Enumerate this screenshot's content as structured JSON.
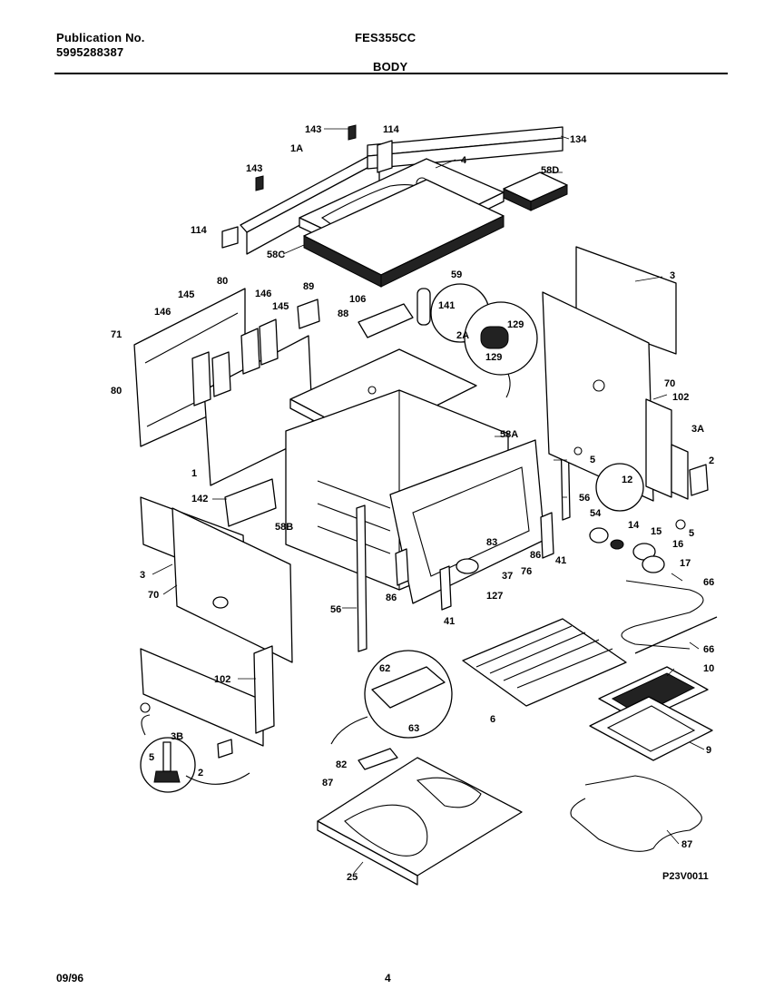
{
  "header": {
    "publication_label": "Publication No.",
    "publication_number": "5995288387",
    "model": "FES355CC",
    "section": "BODY"
  },
  "footer": {
    "date": "09/96",
    "page": "4"
  },
  "diagram": {
    "code": "P23V0011",
    "callouts": {
      "c143a": "143",
      "c114a": "114",
      "c134": "134",
      "c1A": "1A",
      "c143b": "143",
      "c4": "4",
      "c58D": "58D",
      "c114b": "114",
      "c58C": "58C",
      "c3a": "3",
      "c59": "59",
      "c80a": "80",
      "c145a": "145",
      "c146a": "146",
      "c145b": "145",
      "c89": "89",
      "c106": "106",
      "c141": "141",
      "c129a": "129",
      "c71": "71",
      "c146b": "146",
      "c88": "88",
      "c2A": "2A",
      "c129b": "129",
      "c70a": "70",
      "c102a": "102",
      "c80b": "80",
      "c3A": "3A",
      "c58A": "58A",
      "c5a": "5",
      "c2a": "2",
      "c1": "1",
      "c12": "12",
      "c142": "142",
      "c56a": "56",
      "c5b": "5",
      "c58B": "58B",
      "c54": "54",
      "c14": "14",
      "c15": "15",
      "c16": "16",
      "c83": "83",
      "c86a": "86",
      "c41a": "41",
      "c17": "17",
      "c37": "37",
      "c76": "76",
      "c3b": "3",
      "c127": "127",
      "c86b": "86",
      "c66a": "66",
      "c70b": "70",
      "c56b": "56",
      "c41b": "41",
      "c66b": "66",
      "c62": "62",
      "c102b": "102",
      "c10": "10",
      "c6": "6",
      "c63": "63",
      "c3B": "3B",
      "c9": "9",
      "c5c": "5",
      "c2b": "2",
      "c82": "82",
      "c87a": "87",
      "c87b": "87",
      "c25": "25"
    }
  }
}
